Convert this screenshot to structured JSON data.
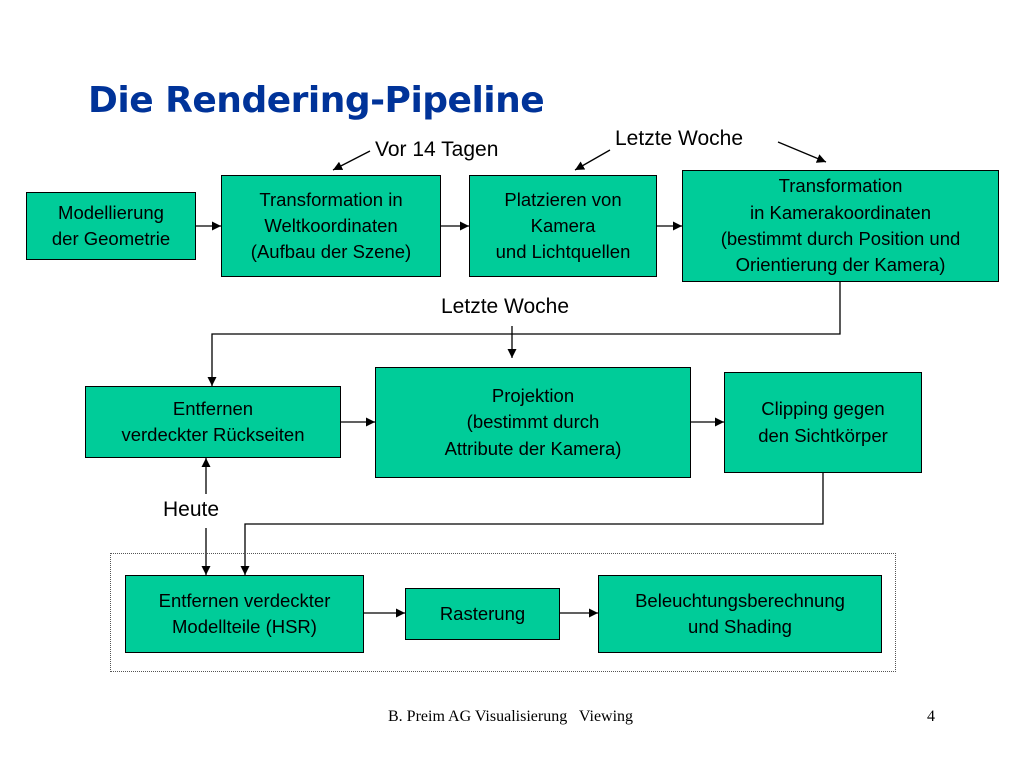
{
  "title": "Die Rendering-Pipeline",
  "boxes": {
    "modellierung": "Modellierung\nder Geometrie",
    "weltkoordinaten": "Transformation in\nWeltkoordinaten\n(Aufbau der Szene)",
    "kamera": "Platzieren von\nKamera\nund Lichtquellen",
    "kamerakoordinaten": "Transformation\nin Kamerakoordinaten\n(bestimmt durch Position und\nOrientierung der Kamera)",
    "rueckseiten": "Entfernen\nverdeckter Rückseiten",
    "projektion": "Projektion\n(bestimmt durch\nAttribute der Kamera)",
    "clipping": "Clipping gegen\nden Sichtkörper",
    "hsr": "Entfernen verdeckter\nModellteile (HSR)",
    "rasterung": "Rasterung",
    "shading": "Beleuchtungsberechnung\nund Shading"
  },
  "labels": {
    "vor14": "Vor 14 Tagen",
    "letzte1": "Letzte Woche",
    "letzte2": "Letzte Woche",
    "heute": "Heute"
  },
  "footer": {
    "text": "B. Preim AG Visualisierung   Viewing",
    "page": "4"
  }
}
